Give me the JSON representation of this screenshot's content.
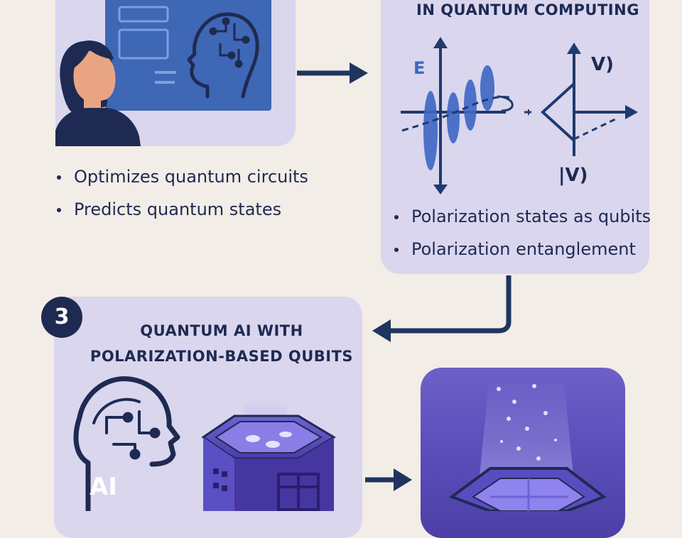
{
  "left_panel": {
    "bullets": [
      "Optimizes quantum circuits",
      "Predicts quantum states"
    ]
  },
  "right_panel": {
    "heading": "IN QUANTUM COMPUTING",
    "diagram_labels": {
      "energy": "E",
      "ket_top": "V)",
      "ket_bottom": "|V)"
    },
    "bullets": [
      "Polarization states as qubits",
      "Polarization entanglement"
    ]
  },
  "bottom_panel": {
    "step_number": "3",
    "heading_line1": "QUANTUM AI WITH",
    "heading_line2": "POLARIZATION-BASED QUBITS",
    "ai_label": "AI"
  },
  "colors": {
    "background": "#f2ede6",
    "panel": "#d9d6ee",
    "navy": "#1f2a52",
    "screen_blue": "#3e67b5",
    "wave_blue": "#3d66c4",
    "chip_purple": "#5b4fc4"
  },
  "icons": [
    "person-illustration",
    "head-circuit-icon",
    "wave-diagram",
    "polarization-diagram",
    "ai-head-icon",
    "quantum-chip-icon",
    "glowing-chip-icon",
    "arrow-right-icon",
    "arrow-elbow-icon"
  ]
}
